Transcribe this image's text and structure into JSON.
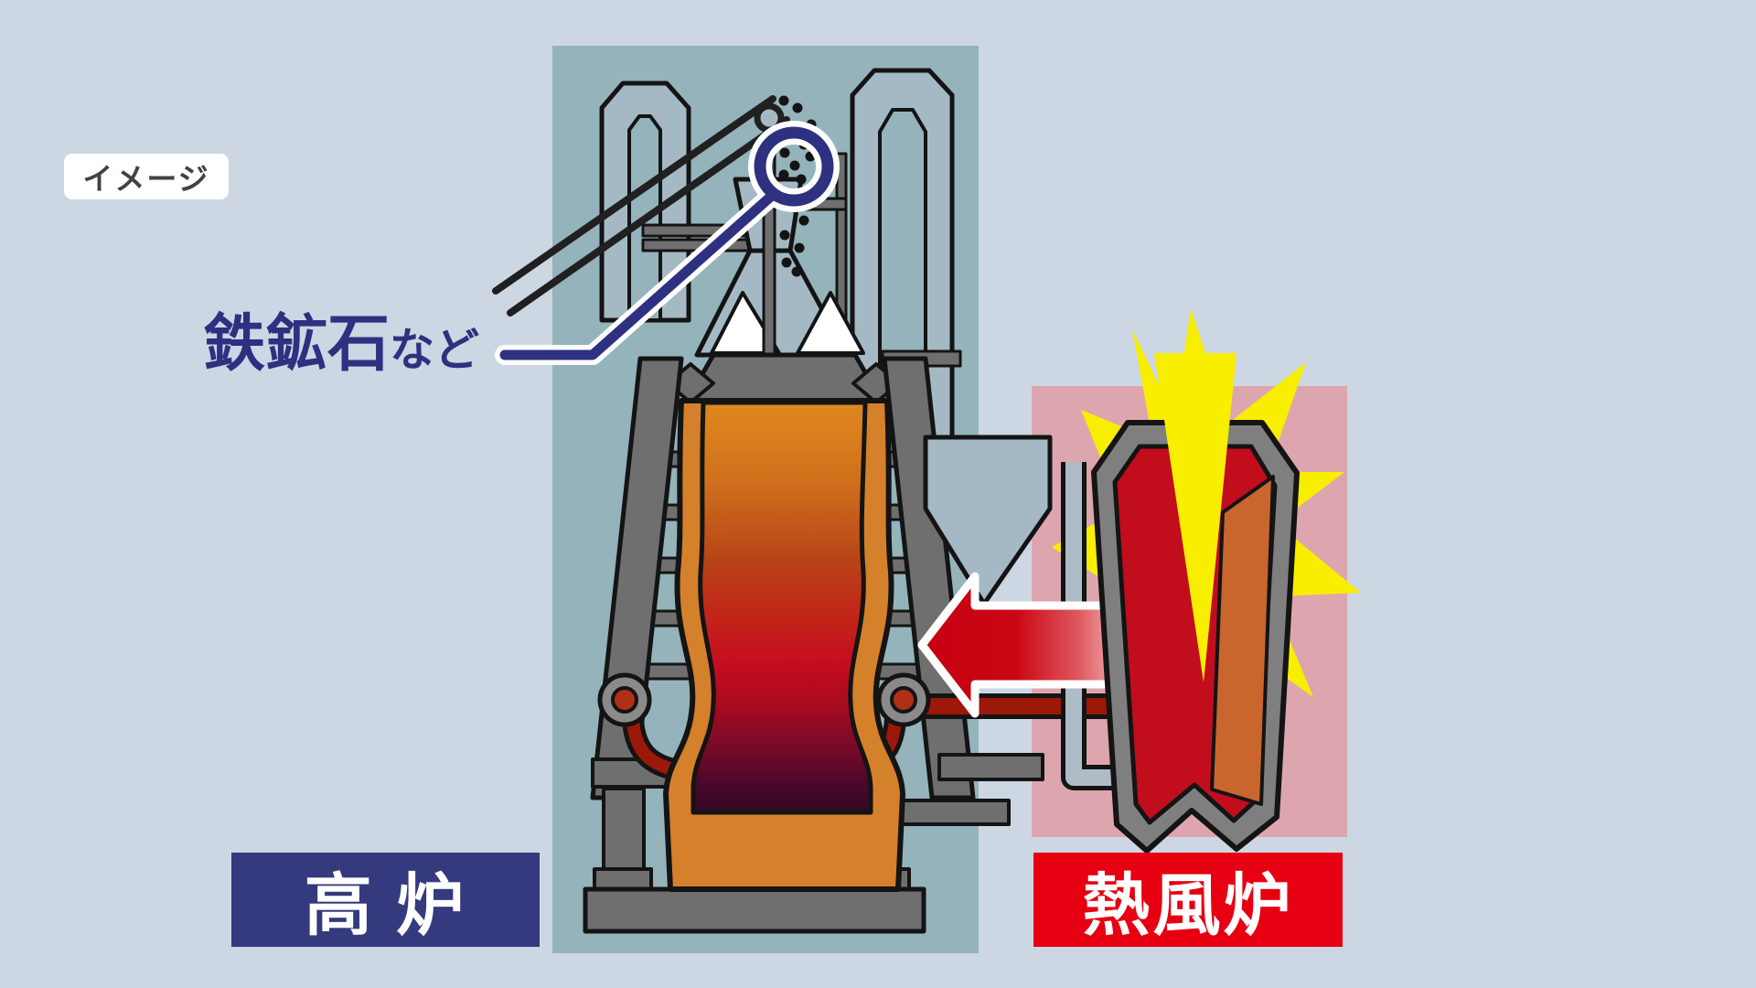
{
  "title": "高炉と熱風炉の仕組み（イメージ図）",
  "tags": {
    "image_note": "イメージ"
  },
  "labels": {
    "ore_main": "鉄鉱石",
    "ore_suffix": "など",
    "blast_furnace": "高 炉",
    "hot_stove": "熱風炉"
  },
  "icons": [
    "conveyor-icon",
    "ore-dots-icon",
    "magnifier-circle-icon",
    "hopper-icon",
    "bell-cone-icon",
    "blast-furnace-vessel-icon",
    "tuyere-icon",
    "hot-blast-arrow-icon",
    "hot-stove-vessel-icon",
    "starburst-icon"
  ],
  "colors": {
    "bg": "#cdd6e3",
    "teal": "#94b3bb",
    "pink": "#dda6ae",
    "yellow": "#f8ee00",
    "navy": "#2d3180",
    "navy_box": "#343a7d",
    "red_label": "#e60012",
    "steel_light": "#a4b9c3",
    "steel_dark": "#6f6f6f",
    "steel_mid": "#8a8a8a",
    "pipe_steel": "#aebcc8",
    "shell_orange": "#d5812b",
    "stove_red": "#c20d1d",
    "stove_orange": "#c8662e",
    "pipe_red": "#9c1808",
    "tuyere_red": "#b03015",
    "arrow_red": "#c60011",
    "text_dark": "#3f4347"
  }
}
